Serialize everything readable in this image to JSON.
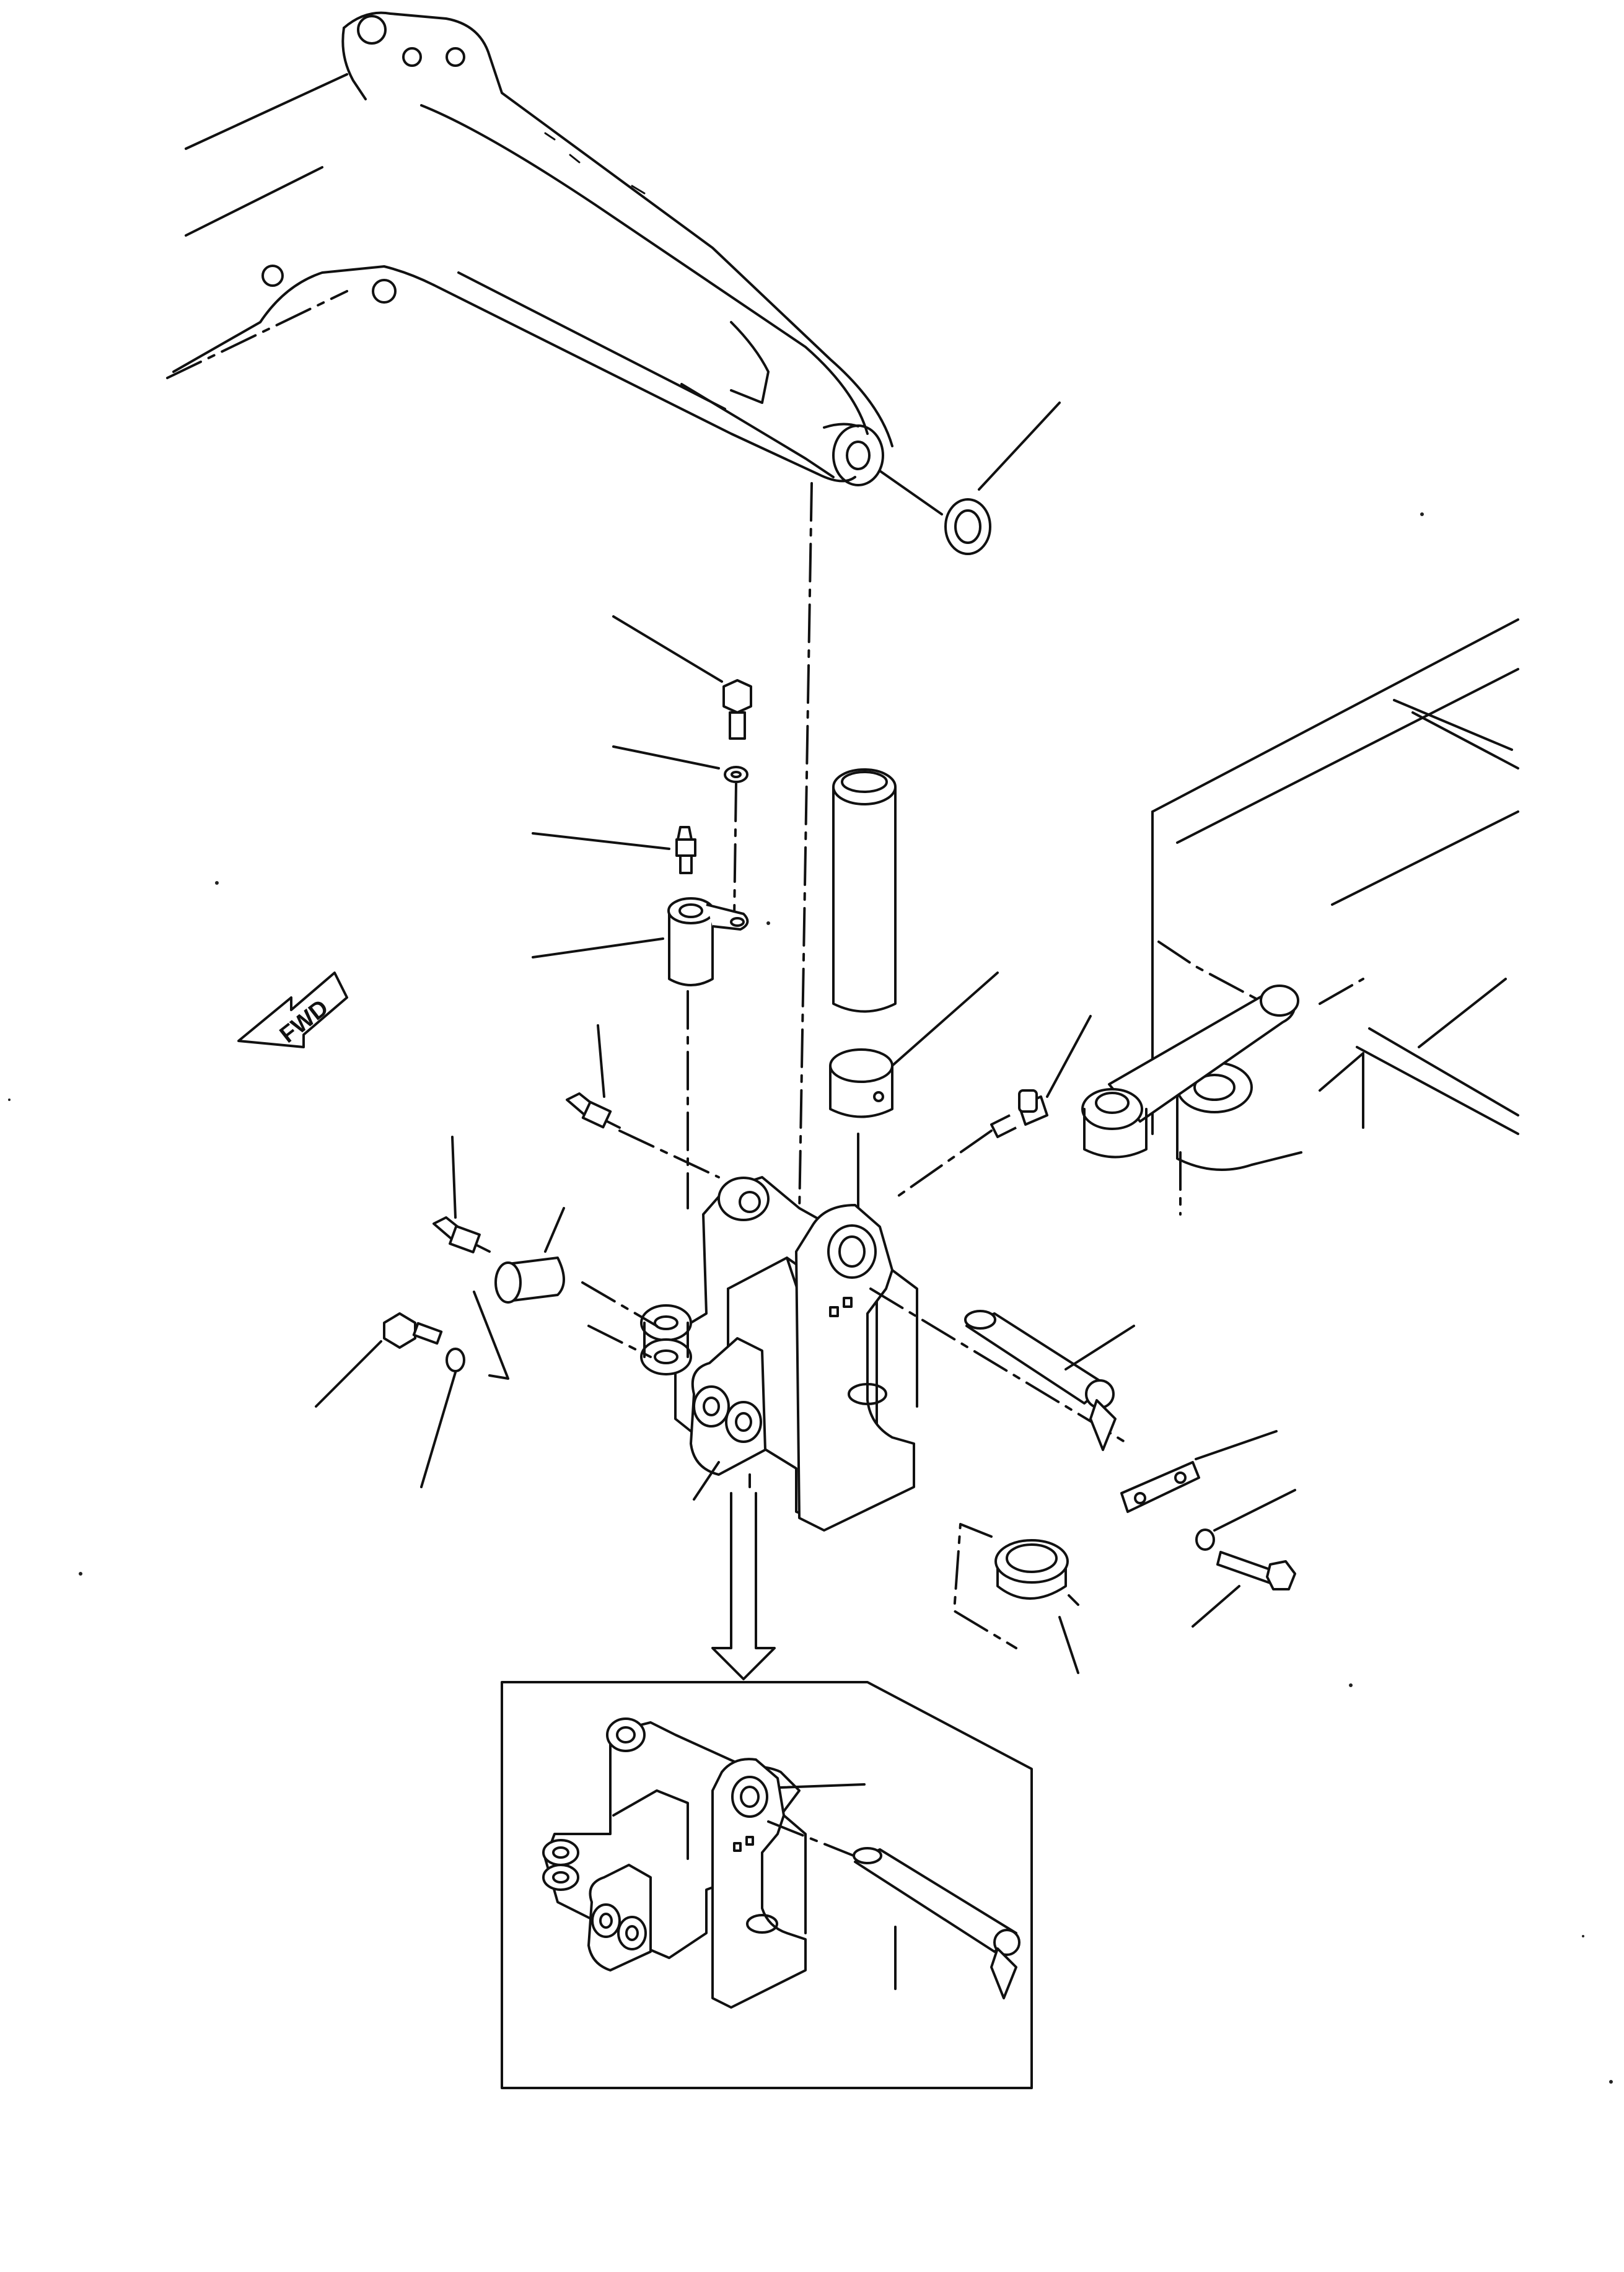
{
  "diagram": {
    "direction_label": "FWD",
    "components": [
      {
        "name": "boom",
        "icon": "boom-arm"
      },
      {
        "name": "swing-bracket",
        "icon": "bracket"
      },
      {
        "name": "frame",
        "icon": "frame"
      },
      {
        "name": "inset-bracket-view",
        "icon": "detail-view"
      }
    ]
  }
}
